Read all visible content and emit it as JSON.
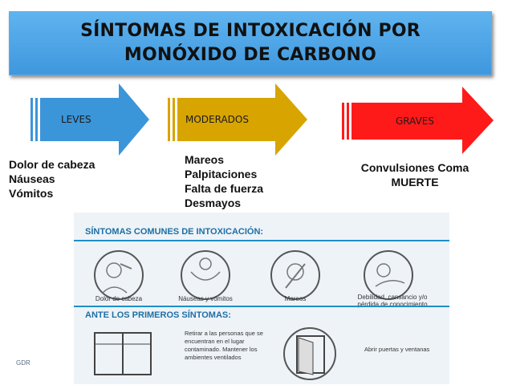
{
  "title": "SÍNTOMAS DE INTOXICACIÓN POR MONÓXIDO DE CARBONO",
  "arrows": [
    {
      "label": "LEVES",
      "color": "#3b95d9"
    },
    {
      "label": "MODERADOS",
      "color": "#d8a400"
    },
    {
      "label": "GRAVES",
      "color": "#ff1a1a"
    }
  ],
  "leves_items": [
    "Dolor de cabeza",
    "Náuseas",
    "Vómitos"
  ],
  "moderados_items": [
    "Mareos",
    "Palpitaciones",
    "Falta de fuerza",
    "Desmayos"
  ],
  "graves_items": [
    "Convulsiones Coma",
    "MUERTE"
  ],
  "poster": {
    "heading1": "SÍNTOMAS COMUNES DE INTOXICACIÓN:",
    "captions": [
      "Dolor de cabeza",
      "Náuseas y vómitos",
      "Mareos",
      "Debilidad, cansancio y/o pérdida de conocimiento"
    ],
    "heading2": "ANTE LOS PRIMEROS SÍNTOMAS:",
    "note1": "Retirar a las personas que se encuentran en el lugar contaminado. Mantener los ambientes ventilados",
    "note2": "Abrir puertas y ventanas",
    "accent": "#1e8fc9",
    "icons": [
      "headache-figure-icon",
      "nausea-figure-icon",
      "dizziness-figure-icon",
      "fainting-figure-icon",
      "window-icon",
      "door-icon"
    ]
  },
  "footer_code": "GDR"
}
